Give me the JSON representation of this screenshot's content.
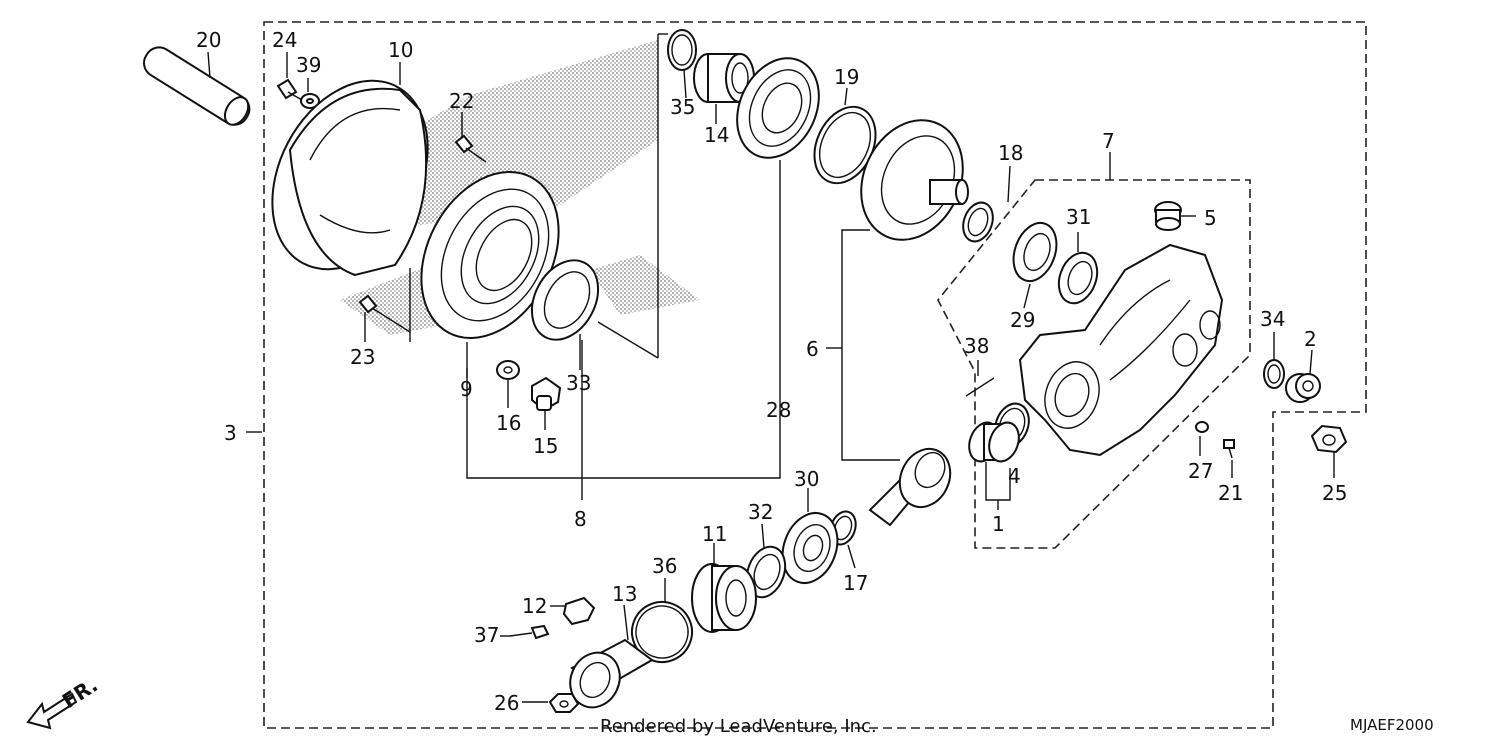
{
  "diagram": {
    "labels": [
      "1",
      "2",
      "3",
      "4",
      "5",
      "6",
      "7",
      "8",
      "9",
      "10",
      "11",
      "12",
      "13",
      "14",
      "15",
      "16",
      "17",
      "18",
      "19",
      "20",
      "21",
      "22",
      "23",
      "24",
      "25",
      "26",
      "27",
      "28",
      "29",
      "30",
      "31",
      "32",
      "33",
      "34",
      "35",
      "36",
      "37",
      "38",
      "39"
    ],
    "footer_text": "Rendered by LeadVenture, Inc.",
    "diagram_code": "MJAEF2000",
    "direction_label": "FR."
  }
}
